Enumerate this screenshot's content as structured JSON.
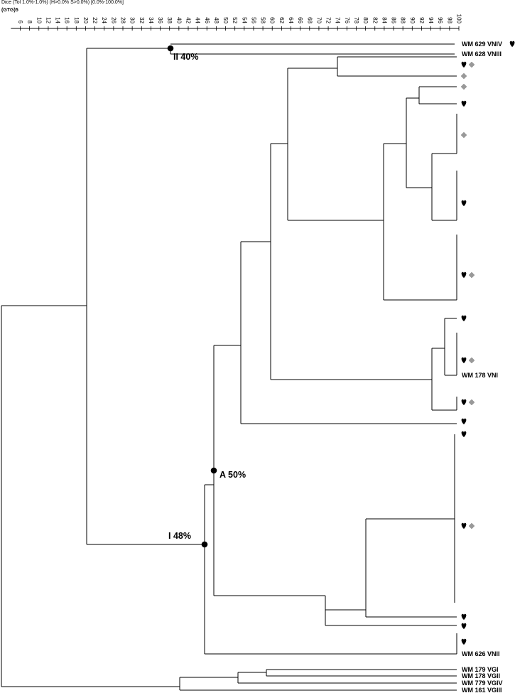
{
  "header": {
    "method": "Dice (Tol 1.0%-1.0%) (H>0.0% S>0.0%) [0.0%-100.0%]",
    "marker": "(GTG)5"
  },
  "scale": {
    "ticks": [
      "6",
      "8",
      "10",
      "12",
      "14",
      "16",
      "18",
      "20",
      "22",
      "24",
      "26",
      "28",
      "30",
      "32",
      "34",
      "36",
      "38",
      "40",
      "42",
      "44",
      "46",
      "48",
      "50",
      "52",
      "54",
      "56",
      "58",
      "60",
      "62",
      "64",
      "66",
      "68",
      "70",
      "72",
      "74",
      "76",
      "78",
      "80",
      "82",
      "84",
      "86",
      "88",
      "90",
      "92",
      "94",
      "96",
      "98",
      "100"
    ]
  },
  "nodes": [
    {
      "id": "II",
      "label": "II 40%",
      "similarity": 40
    },
    {
      "id": "I",
      "label": "I 48%",
      "similarity": 48
    },
    {
      "id": "A",
      "label": "A 50%",
      "similarity": 50
    }
  ],
  "leaves": [
    {
      "label": "WM 629 VNIV",
      "markers": [
        "heart"
      ]
    },
    {
      "label": "WM 628 VNIII",
      "markers": []
    },
    {
      "label": "",
      "markers": [
        "heart",
        "diamond"
      ]
    },
    {
      "label": "",
      "markers": [
        "diamond"
      ]
    },
    {
      "label": "",
      "markers": [
        "diamond"
      ]
    },
    {
      "label": "",
      "markers": [
        "heart"
      ]
    },
    {
      "label": "",
      "markers": [
        "diamond"
      ]
    },
    {
      "label": "",
      "markers": [
        "heart"
      ]
    },
    {
      "label": "",
      "markers": [
        "heart",
        "diamond"
      ]
    },
    {
      "label": "",
      "markers": [
        "heart"
      ]
    },
    {
      "label": "",
      "markers": [
        "heart",
        "diamond"
      ]
    },
    {
      "label": "WM 178 VNI",
      "markers": []
    },
    {
      "label": "",
      "markers": [
        "heart",
        "diamond"
      ]
    },
    {
      "label": "",
      "markers": [
        "heart"
      ]
    },
    {
      "label": "",
      "markers": [
        "heart"
      ]
    },
    {
      "label": "",
      "markers": [
        "heart",
        "diamond"
      ]
    },
    {
      "label": "",
      "markers": [
        "heart"
      ]
    },
    {
      "label": "",
      "markers": [
        "heart"
      ]
    },
    {
      "label": "",
      "markers": [
        "heart"
      ]
    },
    {
      "label": "WM 626 VNII",
      "markers": []
    },
    {
      "label": "WM 179 VGI",
      "markers": []
    },
    {
      "label": "WM 178 VGII",
      "markers": []
    },
    {
      "label": "WM 779 VGIV",
      "markers": []
    },
    {
      "label": "WM 161 VGIII",
      "markers": []
    }
  ],
  "colors": {
    "line": "#000000",
    "heart": "#000000",
    "diamond": "#999999"
  }
}
